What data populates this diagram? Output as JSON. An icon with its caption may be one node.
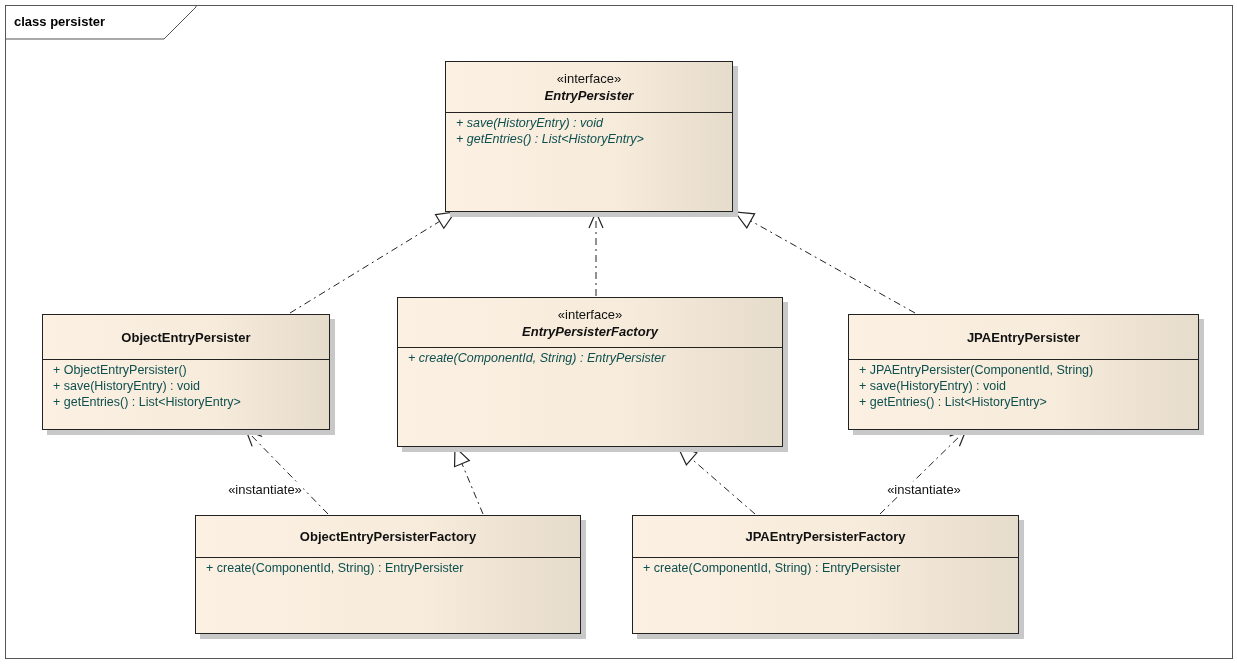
{
  "diagram": {
    "nodes": [
      {
        "text": [
          "class persister"
        ]
      },
      {
        "text": [
          "«interface»",
          "EntryPersister",
          "+ save(HistoryEntry) : void",
          "+ getEntries() : List<HistoryEntry>"
        ],
        "in": 0
      },
      {
        "text": [
          "ObjectEntryPersister",
          "+ ObjectEntryPersister()",
          "+ save(HistoryEntry) : void",
          "+ getEntries() : List<HistoryEntry>"
        ],
        "in": 0
      },
      {
        "text": [
          "«interface»",
          "EntryPersisterFactory",
          "+ create(ComponentId, String) : EntryPersister"
        ],
        "in": 0
      },
      {
        "text": [
          "JPAEntryPersister",
          "+ JPAEntryPersister(ComponentId, String)",
          "+ save(HistoryEntry) : void",
          "+ getEntries() : List<HistoryEntry>"
        ],
        "in": 0
      },
      {
        "text": [
          "ObjectEntryPersisterFactory",
          "+ create(ComponentId, String) : EntryPersister"
        ],
        "in": 0
      },
      {
        "text": [
          "JPAEntryPersisterFactory",
          "+ create(ComponentId, String) : EntryPersister"
        ],
        "in": 0
      }
    ],
    "edges": [
      {
        "from": 2,
        "to": 1,
        "arrow": "to",
        "style": "dashed"
      },
      {
        "from": 3,
        "to": 1,
        "arrow": "to",
        "style": "dashed"
      },
      {
        "from": 4,
        "to": 1,
        "arrow": "to",
        "style": "dashed"
      },
      {
        "from": 5,
        "to": 2,
        "arrow": "to",
        "style": "dashed",
        "label": "«instantiate»"
      },
      {
        "from": 5,
        "to": 3,
        "arrow": "to",
        "style": "dashed"
      },
      {
        "from": 6,
        "to": 3,
        "arrow": "to",
        "style": "dashed"
      },
      {
        "from": 6,
        "to": 4,
        "arrow": "to",
        "style": "dashed",
        "label": "«instantiate»"
      }
    ]
  }
}
